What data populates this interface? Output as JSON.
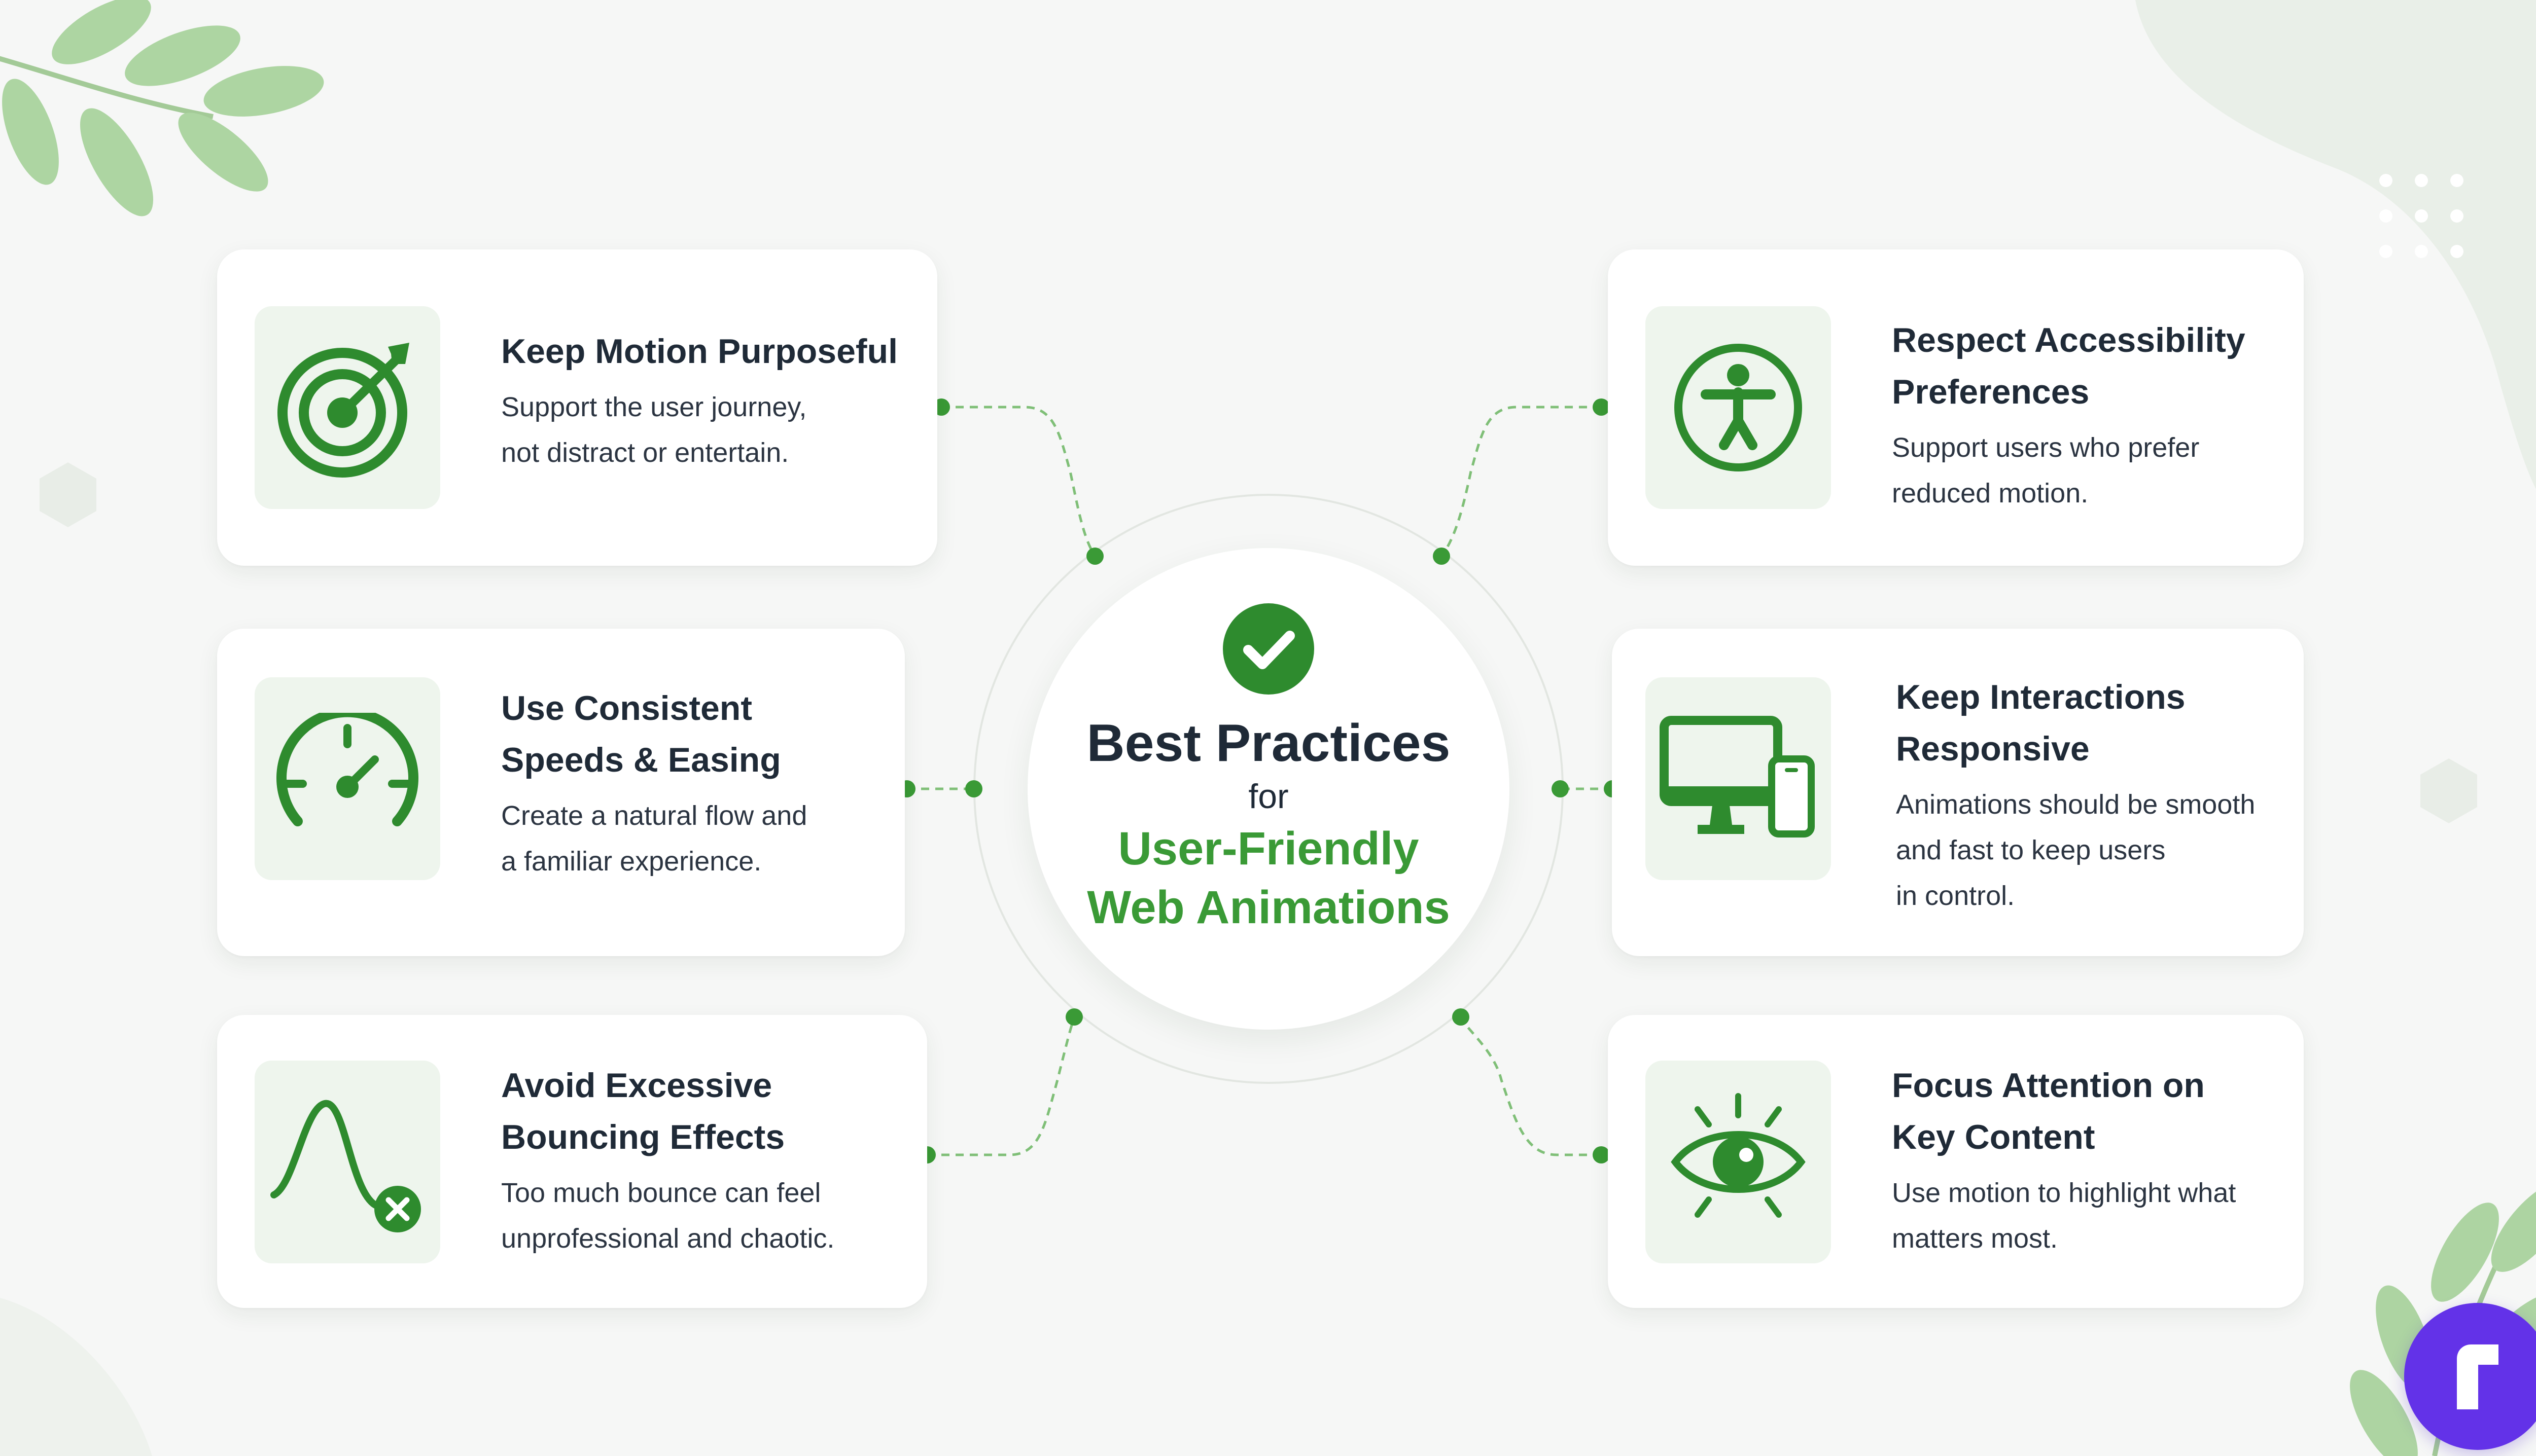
{
  "center": {
    "title": "Best Practices",
    "connector": "for",
    "subtitle_line1": "User-Friendly",
    "subtitle_line2": "Web Animations"
  },
  "practices": [
    {
      "icon": "target-icon",
      "title_lines": [
        "Keep Motion Purposeful"
      ],
      "desc_lines": [
        "Support the user journey,",
        "not distract or entertain."
      ]
    },
    {
      "icon": "speedometer-icon",
      "title_lines": [
        "Use Consistent",
        "Speeds & Easing"
      ],
      "desc_lines": [
        "Create a natural flow and",
        "a familiar experience."
      ]
    },
    {
      "icon": "bounce-curve-icon",
      "title_lines": [
        "Avoid Excessive",
        "Bouncing Effects"
      ],
      "desc_lines": [
        "Too much bounce can feel",
        "unprofessional and chaotic."
      ]
    },
    {
      "icon": "accessibility-icon",
      "title_lines": [
        "Respect Accessibility",
        "Preferences"
      ],
      "desc_lines": [
        "Support users who prefer",
        "reduced motion."
      ]
    },
    {
      "icon": "devices-icon",
      "title_lines": [
        "Keep Interactions",
        "Responsive"
      ],
      "desc_lines": [
        "Animations should be smooth",
        "and fast to keep users",
        "in control."
      ]
    },
    {
      "icon": "eye-icon",
      "title_lines": [
        "Focus Attention on",
        "Key Content"
      ],
      "desc_lines": [
        "Use motion to highlight what",
        "matters most."
      ]
    }
  ],
  "colors": {
    "accent": "#3a9a36",
    "accent_dark": "#2e8b2e",
    "icon_bg": "#eef5ed",
    "page_bg": "#f6f7f6",
    "logo": "#6332e8"
  }
}
